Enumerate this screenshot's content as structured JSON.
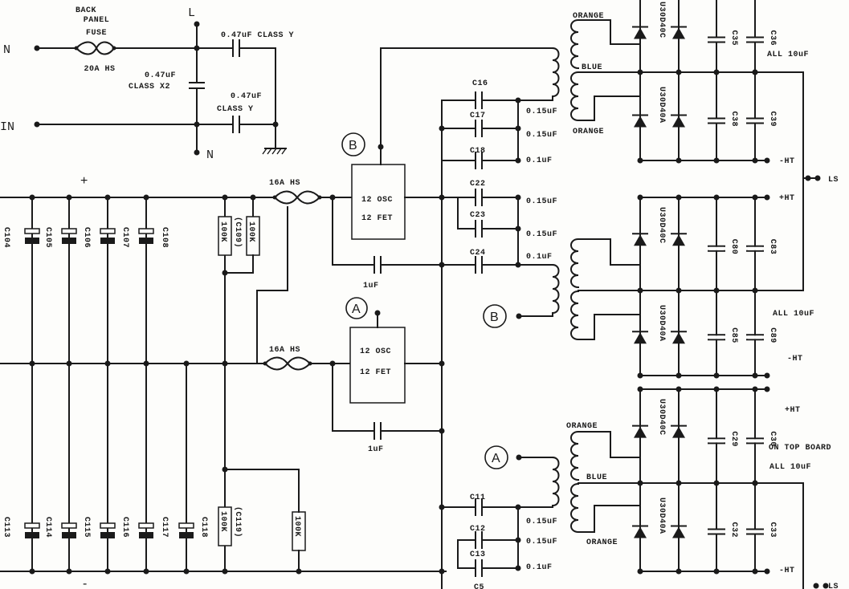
{
  "inputs": {
    "live": "L",
    "neutral_left": "N",
    "neutral_bottom": "N",
    "live_left": "IN"
  },
  "fuses": {
    "back_panel_line1": "BACK",
    "back_panel_line2": "PANEL",
    "back_panel_line3": "FUSE",
    "back_panel_rating": "20A HS",
    "upper_rating": "16A HS",
    "lower_rating": "16A HS"
  },
  "mains_caps": {
    "cap_y_top": "0.47uF CLASS Y",
    "cap_x2_value": "0.47uF",
    "cap_x2_class": "CLASS X2",
    "cap_y_bottom_value": "0.47uF",
    "cap_y_bottom_class": "CLASS Y"
  },
  "rails": {
    "plus": "+",
    "minus": "-"
  },
  "bank_caps_top": [
    "C104",
    "C105",
    "C106",
    "C107",
    "C108"
  ],
  "bank_caps_bottom": [
    "C113",
    "C114",
    "C115",
    "C116",
    "C117",
    "C118"
  ],
  "resistors": {
    "r_top_a": "100K",
    "r_top_mid": "(C109)",
    "r_top_b": "100K",
    "r_bottom_a": "100K",
    "r_bottom_mid": "(C119)",
    "r_bottom_b": "100K"
  },
  "modules": {
    "upper_line1": "12 OSC",
    "upper_line2": "12 FET",
    "lower_line1": "12 OSC",
    "lower_line2": "12 FET",
    "marker_b": "B",
    "marker_a": "A"
  },
  "coupling_caps": {
    "upper": "1uF",
    "lower": "1uF"
  },
  "caps_right_column": [
    {
      "name": "C16",
      "value": "0.15uF"
    },
    {
      "name": "C17",
      "value": "0.15uF"
    },
    {
      "name": "C18",
      "value": "0.1uF"
    },
    {
      "name": "C22",
      "value": "0.15uF"
    },
    {
      "name": "C23",
      "value": "0.15uF"
    },
    {
      "name": "C24",
      "value": "0.1uF"
    },
    {
      "name": "C11",
      "value": "0.15uF"
    },
    {
      "name": "C12",
      "value": "0.15uF"
    },
    {
      "name": "C13",
      "value": "0.1uF"
    },
    {
      "name": "C5",
      "value": ""
    }
  ],
  "transformer_labels": {
    "orange": "ORANGE",
    "blue": "BLUE"
  },
  "diodes": {
    "d_upper": "U30D40C",
    "d_lower": "U30D40A"
  },
  "output_caps": {
    "top": [
      "C35",
      "C36",
      "C38",
      "C39"
    ],
    "mid": [
      "C80",
      "C83",
      "C85",
      "C89"
    ],
    "bot": [
      "C29",
      "C30",
      "C32",
      "C33"
    ]
  },
  "output_labels": {
    "all_10uf": "ALL 10uF",
    "minus_ht": "-HT",
    "plus_ht": "+HT",
    "ls": "LS",
    "on_top_board": "ON TOP BOARD"
  }
}
